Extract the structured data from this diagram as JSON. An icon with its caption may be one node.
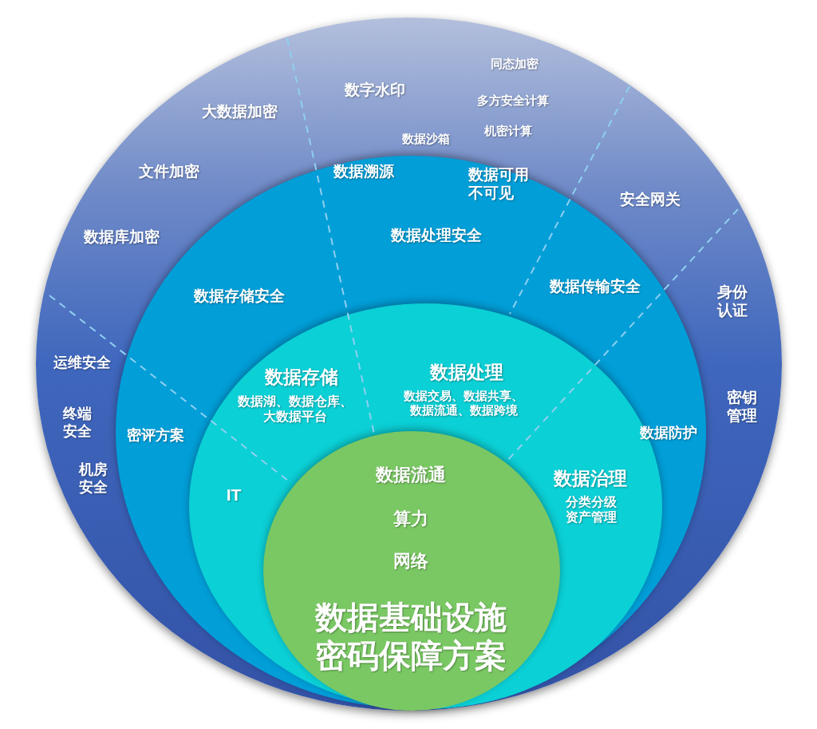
{
  "diagram": {
    "nodes": [
      {
        "text": [],
        "shape": "circle"
      },
      {
        "text": [
          "数据溯源",
          "数据可用不可见",
          "数据处理安全",
          "数据存储安全",
          "数据传输安全",
          "密评方案",
          "数据防护"
        ],
        "in": 0
      },
      {
        "text": [
          "数据存储",
          "数据湖、数据仓库、大数据平台",
          "数据处理",
          "数据交易、数据共享、数据流通、数据跨境",
          "IT",
          "数据治理",
          "分类分级资产管理"
        ],
        "in": 1
      },
      {
        "text": [
          "数据流通",
          "算力",
          "网络",
          "数据基础设施密码保障方案"
        ],
        "in": 2
      }
    ],
    "labels": [
      "大数据加密",
      "文件加密",
      "数据库加密",
      "数字水印",
      "同态加密",
      "多方安全计算",
      "机密计算",
      "数据沙箱",
      "安全网关",
      "身份认证",
      "密钥管理",
      "运维安全",
      "终端安全",
      "机房安全"
    ]
  }
}
